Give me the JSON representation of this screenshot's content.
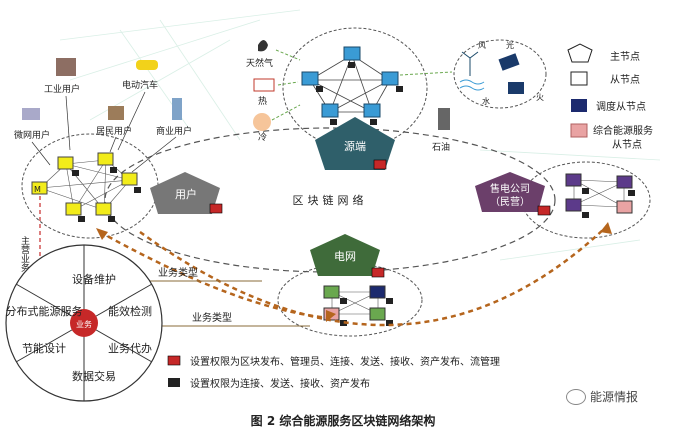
{
  "legend": {
    "main_node": "主节点",
    "sub_node": "从节点",
    "dispatch_sub_node": "调度从节点",
    "service_sub_node": "综合能源服务",
    "service_sub_node_2": "从节点"
  },
  "source": {
    "gas": "天然气",
    "heat": "热",
    "cold": "冷",
    "oil": "石油",
    "wind": "风",
    "light": "光",
    "water": "水",
    "fire": "火",
    "hub": "源端"
  },
  "users": {
    "industrial": "工业用户",
    "ev": "电动汽车",
    "microgrid": "微网用户",
    "resident": "居民用户",
    "commercial": "商业用户",
    "hub": "用户"
  },
  "ring": "区块链网络",
  "retail": {
    "line1": "售电公司",
    "line2": "（民营）"
  },
  "grid": "电网",
  "main_business": "主营业务",
  "business_type_1": "业务类型",
  "business_type_2": "业务类型",
  "wheel": {
    "center": "业务",
    "s1": "设备维护",
    "s2": "能效检测",
    "s3": "业务代办",
    "s4": "数据交易",
    "s5": "节能设计",
    "s6": "分布式能源服务"
  },
  "permissions": {
    "red": "设置权限为区块发布、管理员、连接、发送、接收、资产发布、流管理",
    "dark": "设置权限为连接、发送、接收、资产发布"
  },
  "watermark": "能源情报",
  "caption": "图 2  综合能源服务区块链网络架构",
  "colors": {
    "hub": "#2f5f6a",
    "grid_hub": "#3f6b3a",
    "retail_hub": "#6b3f6a",
    "yellow": "#f2ec1a",
    "cyan": "#3a9bd5",
    "purple": "#5c3a8a",
    "pink": "#e9a3a3",
    "navy": "#1c2a6e",
    "dashed_brown": "#b5651d"
  }
}
